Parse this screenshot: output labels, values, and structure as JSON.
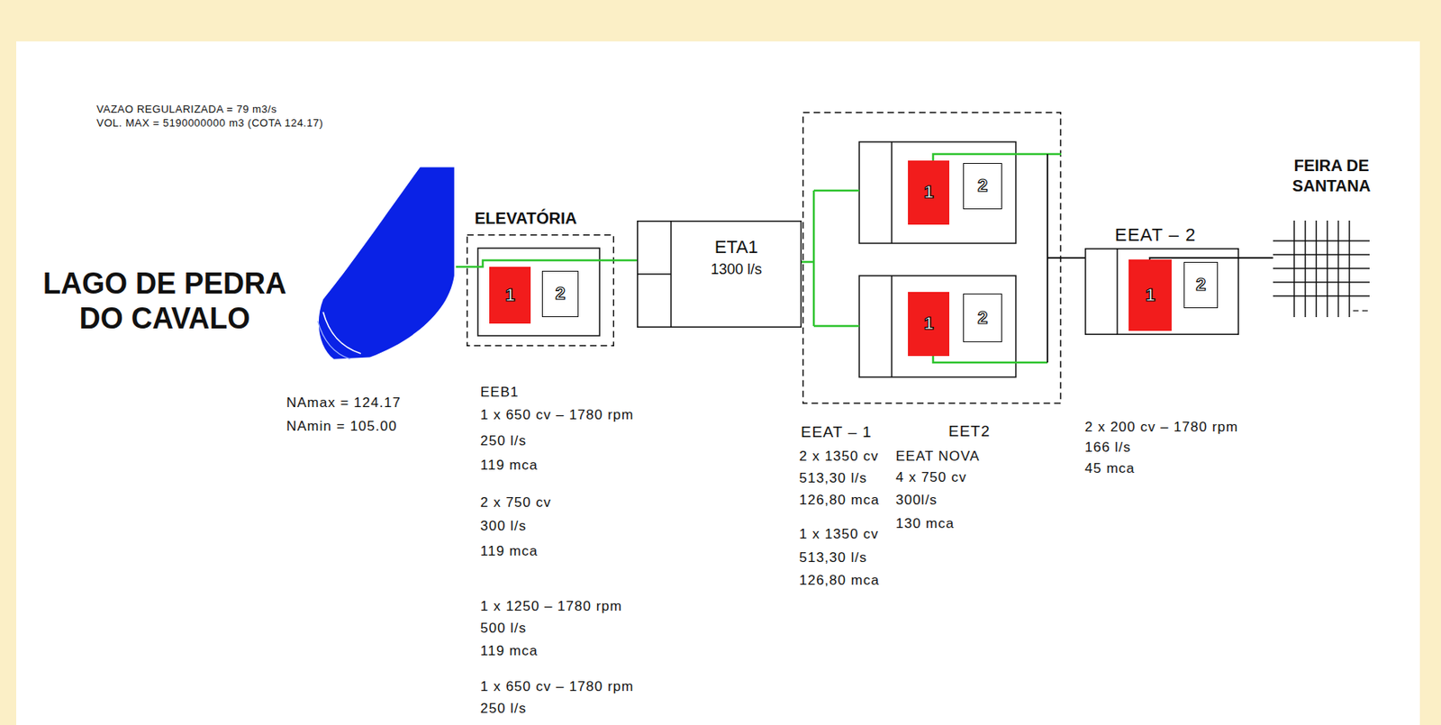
{
  "diagram": {
    "nodes": [
      {
        "text": [
          "LAGO DE PEDRA DO CAVALO"
        ]
      },
      {
        "text": [
          "ELEVATÓRIA"
        ]
      },
      {
        "text": [
          "1"
        ],
        "in": 1
      },
      {
        "text": [
          "2"
        ],
        "in": 1
      },
      {
        "text": [
          "ETA1",
          "1300 l/s"
        ]
      },
      {
        "text": [
          "EEAT – 1"
        ]
      },
      {
        "text": [
          "1"
        ],
        "in": 5
      },
      {
        "text": [
          "2"
        ],
        "in": 5
      },
      {
        "text": [
          "1"
        ],
        "in": 5
      },
      {
        "text": [
          "2"
        ],
        "in": 5
      },
      {
        "text": [
          "EEAT – 2"
        ]
      },
      {
        "text": [
          "1"
        ],
        "in": 10
      },
      {
        "text": [
          "2"
        ],
        "in": 10
      },
      {
        "text": [
          "FEIRA DE SANTANA"
        ]
      }
    ],
    "edges": [
      {
        "from": 0,
        "to": 1,
        "arrow": "none"
      },
      {
        "from": 1,
        "to": 4,
        "arrow": "none"
      },
      {
        "from": 4,
        "to": 5,
        "arrow": "none"
      },
      {
        "from": 5,
        "to": 10,
        "arrow": "none"
      },
      {
        "from": 10,
        "to": 13,
        "arrow": "none"
      }
    ],
    "labels": [
      "VAZAO REGULARIZADA = 79 m3/s",
      "VOL. MAX = 5190000000 m3 (COTA 124.17)",
      "NAmax = 124.17",
      "NAmin = 105.00",
      "EEB1",
      "1 x 650 cv – 1780 rpm",
      "250 l/s",
      "119 mca",
      "2 x 750 cv",
      "300 l/s",
      "119 mca",
      "1 x 1250 – 1780 rpm",
      "500 l/s",
      "119 mca",
      "1 x 650 cv – 1780 rpm",
      "250 l/s",
      "2 x 1350 cv",
      "513,30 l/s",
      "126,80 mca",
      "1 x 1350 cv",
      "513,30 l/s",
      "126,80 mca",
      "EET2",
      "EEAT NOVA",
      "4 x 750 cv",
      "300l/s",
      "130 mca",
      "2 x 200 cv – 1780 rpm",
      "166 l/s",
      "45 mca"
    ]
  }
}
